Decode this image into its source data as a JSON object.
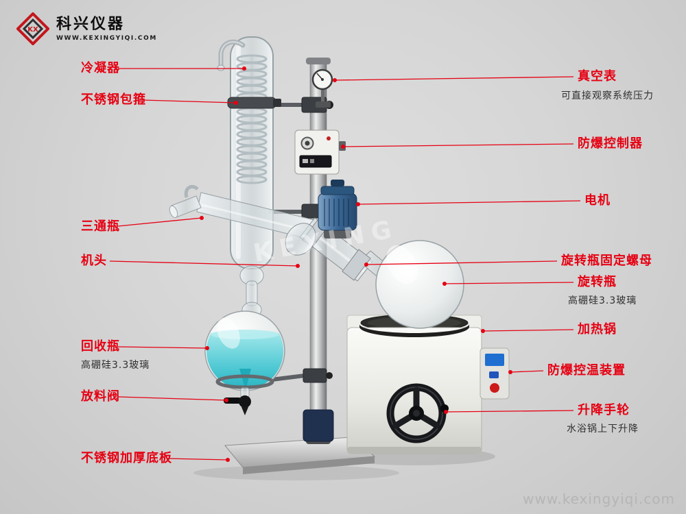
{
  "logo": {
    "monogram": "KX",
    "brand": "科兴仪器",
    "url": "WWW.KEXINGYIQI.COM"
  },
  "labels_left": [
    {
      "text": "冷凝器"
    },
    {
      "text": "不锈钢包箍"
    },
    {
      "text": "三通瓶"
    },
    {
      "text": "机头"
    },
    {
      "text": "回收瓶",
      "sub": "高硼硅3.3玻璃"
    },
    {
      "text": "放料阀"
    },
    {
      "text": "不锈钢加厚底板"
    }
  ],
  "labels_right": [
    {
      "text": "真空表",
      "sub": "可直接观察系统压力"
    },
    {
      "text": "防爆控制器"
    },
    {
      "text": "电机"
    },
    {
      "text": "旋转瓶固定螺母"
    },
    {
      "text": "旋转瓶",
      "sub": "高硼硅3.3玻璃"
    },
    {
      "text": "加热锅"
    },
    {
      "text": "防爆控温装置"
    },
    {
      "text": "升降手轮",
      "sub": "水浴锅上下升降"
    }
  ],
  "watermarks": {
    "center": "KEXING",
    "bottom_right": "www.kexingyiqi.com"
  },
  "colors": {
    "label_red": "#e60012",
    "sub_text": "#2e2e2e",
    "background": "#d6d6d6",
    "motor_blue": "#3a6795",
    "liquid_cyan": "#2fb8c6"
  }
}
